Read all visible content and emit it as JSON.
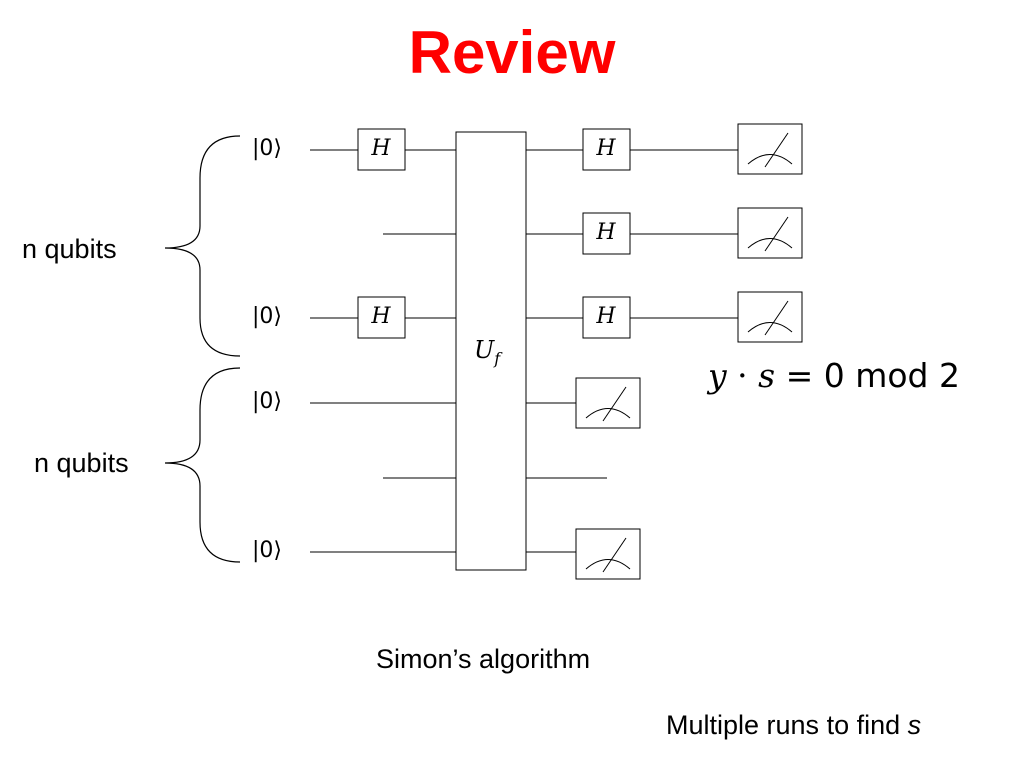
{
  "title": "Review",
  "group_top_label": "n qubits",
  "group_bottom_label": "n qubits",
  "kets": [
    "|0⟩",
    "|0⟩",
    "|0⟩",
    "|0⟩"
  ],
  "gates": {
    "hadamard": "H",
    "oracle_main": "U",
    "oracle_sub": "f"
  },
  "equation": {
    "y": "y",
    "dot": " · ",
    "s": "s",
    "rest": " = 0 mod 2"
  },
  "caption": "Simon’s algorithm",
  "footer_prefix": "Multiple runs to find ",
  "footer_var": "s"
}
